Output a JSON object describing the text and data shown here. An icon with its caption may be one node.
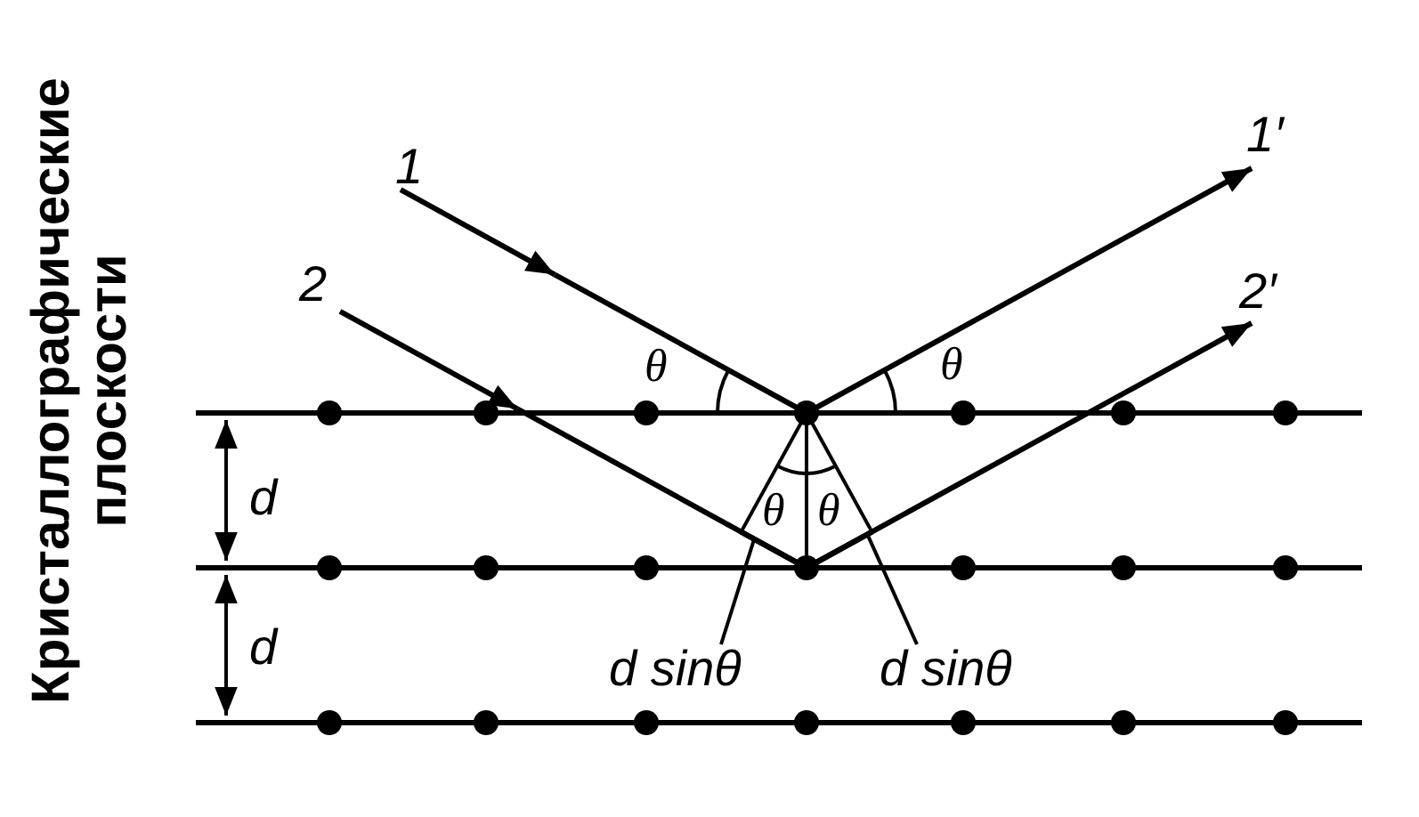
{
  "diagram": {
    "nodes": [
      {
        "text": [
          "d sinθ"
        ]
      },
      {
        "text": [
          "d sinθ"
        ]
      },
      {
        "text": [],
        "shape": "line"
      },
      {
        "text": [],
        "shape": "line"
      }
    ],
    "edges": [
      {
        "from": 0,
        "to": 2,
        "arrow": "none"
      },
      {
        "from": 1,
        "to": 3,
        "arrow": "none"
      }
    ],
    "labels": [
      "Кристаллографические плоскости",
      "1",
      "1′",
      "2",
      "2′",
      "θ",
      "θ",
      "d",
      "θ",
      "θ",
      "d"
    ]
  }
}
